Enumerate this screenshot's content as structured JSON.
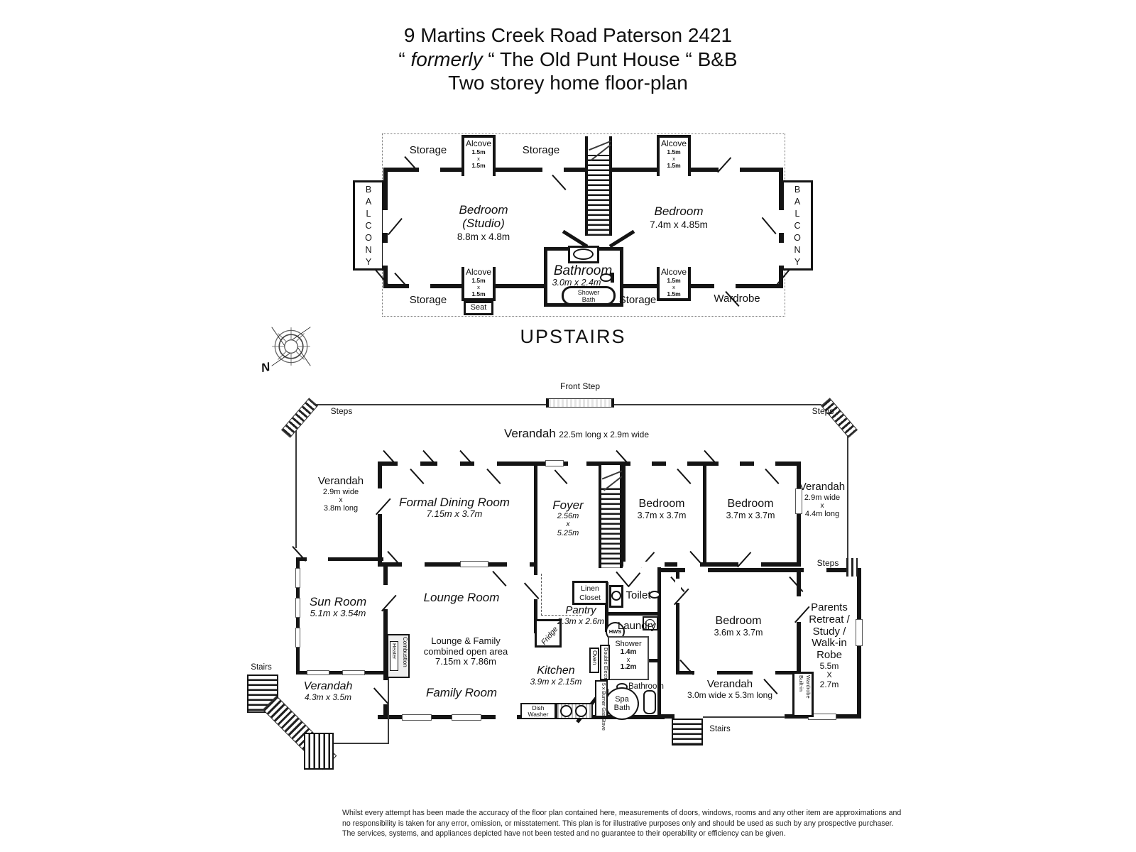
{
  "title": {
    "line1": "9 Martins Creek Road Paterson 2421",
    "line2_q1": "“ ",
    "line2_italic": "formerly",
    "line2_rest": " “ The Old Punt House “ B&B",
    "line3": "Two storey home floor-plan"
  },
  "compass": {
    "north": "N"
  },
  "upstairs": {
    "heading": "UPSTAIRS",
    "balcony": "BALCONY",
    "storage": "Storage",
    "alcove": {
      "name": "Alcove",
      "w": "1.5m",
      "x": "x",
      "h": "1.5m"
    },
    "seat": "Seat",
    "bedroom_studio": {
      "name": "Bedroom",
      "sub": "(Studio)",
      "dims": "8.8m  x 4.8m"
    },
    "bedroom_right": {
      "name": "Bedroom",
      "dims": "7.4m  x 4.85m"
    },
    "bathroom": {
      "name": "Bathroom",
      "dims": "3.0m  x 2.4m"
    },
    "shower_bath": {
      "l1": "Shower",
      "l2": "Bath"
    },
    "wardrobe": "Wardrobe"
  },
  "downstairs": {
    "front_step": "Front Step",
    "steps": "Steps",
    "stairs": "Stairs",
    "verandah_top": {
      "name": "Verandah",
      "dims": "22.5m long  x  2.9m wide"
    },
    "verandah_left": {
      "name": "Verandah",
      "l1": "2.9m wide",
      "l2": "x",
      "l3": "3.8m long"
    },
    "verandah_right": {
      "name": "Verandah",
      "l1": "2.9m wide",
      "l2": "x",
      "l3": "4.4m long"
    },
    "formal_dining": {
      "name": "Formal Dining Room",
      "dims": "7.15m  x 3.7m"
    },
    "foyer": {
      "name": "Foyer",
      "l1": "2.56m",
      "l2": "x",
      "l3": "5.25m"
    },
    "bedroom1": {
      "name": "Bedroom",
      "dims": "3.7m  x  3.7m"
    },
    "bedroom2": {
      "name": "Bedroom",
      "dims": "3.7m  x  3.7m"
    },
    "sun_room": {
      "name": "Sun Room",
      "dims": "5.1m  x  3.54m"
    },
    "lounge": "Lounge Room",
    "open_area": {
      "l1": "Lounge & Family",
      "l2": "combined open area",
      "l3": "7.15m  x 7.86m"
    },
    "family": "Family Room",
    "verandah_bl": {
      "name": "Verandah",
      "dims": "4.3m  x 3.5m"
    },
    "linen_closet": {
      "l1": "Linen",
      "l2": "Closet"
    },
    "toilet": "Toilet",
    "pantry": {
      "name": "Pantry",
      "dims": "2.3m  x 2.6m"
    },
    "fridge": "Fridge",
    "hws": "HWS",
    "laundry": "Laundry",
    "shower": {
      "name": "Shower",
      "l1": "1.4m",
      "l2": "x",
      "l3": "1.2m"
    },
    "oven": "Oven",
    "double_electric": "Double Electric",
    "gas_stove": "5 x Burner Gas Stove",
    "kitchen": {
      "name": "Kitchen",
      "dims": "3.9m  x 2.15m"
    },
    "dish_washer": {
      "l1": "Dish",
      "l2": "Washer"
    },
    "bathroom": "Bathroom",
    "spa_bath": {
      "l1": "Spa",
      "l2": "Bath"
    },
    "combustion_heater": {
      "l1": "Combustion",
      "l2": "Heater"
    },
    "bedroom3": {
      "name": "Bedroom",
      "dims": "3.6m  x  3.7m"
    },
    "parents_retreat": {
      "l1": "Parents",
      "l2": "Retreat /",
      "l3": "Study /",
      "l4": "Walk-in",
      "l5": "Robe",
      "d1": "5.5m",
      "d2": "X",
      "d3": "2.7m"
    },
    "builtin_wardrobe": {
      "l1": "Built-in",
      "l2": "Wardrobe"
    },
    "verandah_br": {
      "name": "Verandah",
      "dims": "3.0m wide x 5.3m long"
    }
  },
  "disclaimer": {
    "line1": "Whilst every attempt has been made the accuracy of the floor plan contained here, measurements of doors, windows, rooms and any other item are approximations and",
    "line2": "no responsibility is taken for any error, omission, or misstatement. This plan is for illustrative purposes only and should be used as such by any prospective purchaser.",
    "line3": "The services, systems, and appliances depicted have not been tested and no guarantee to their operability or efficiency can be given."
  }
}
